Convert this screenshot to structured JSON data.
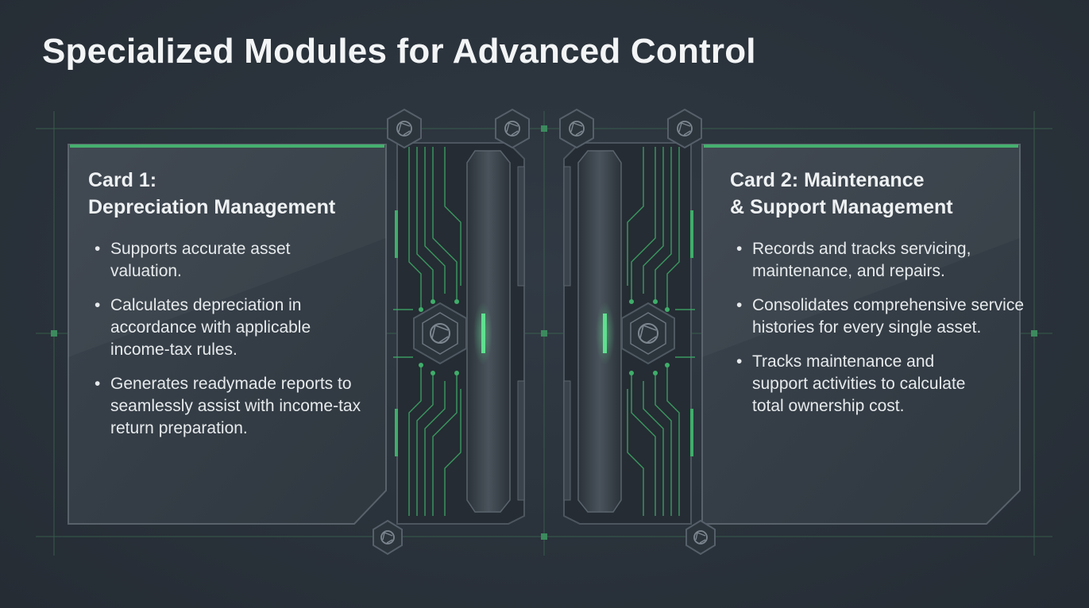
{
  "slide": {
    "title": "Specialized Modules for Advanced Control"
  },
  "cards": [
    {
      "heading_line1": "Card 1:",
      "heading_line2": "Depreciation Management",
      "bullets": [
        "Supports accurate asset valuation.",
        "Calculates depreciation in accordance with applicable income-tax rules.",
        "Generates readymade reports to seamlessly assist with income-tax return preparation."
      ]
    },
    {
      "heading_line1": "Card 2: Maintenance",
      "heading_line2": "& Support Management",
      "bullets": [
        "Records and tracks servicing, maintenance, and repairs.",
        "Consolidates comprehensive service histories for every single asset.",
        "Tracks maintenance and support activities to calculate total ownership cost."
      ]
    }
  ],
  "colors": {
    "background": "#2a323b",
    "card_fill": "#353d46",
    "accent_green": "#3fae6a",
    "text": "#eef1f2"
  },
  "icons": [
    "aperture-hex-icon",
    "circuit-panel-decoration"
  ]
}
